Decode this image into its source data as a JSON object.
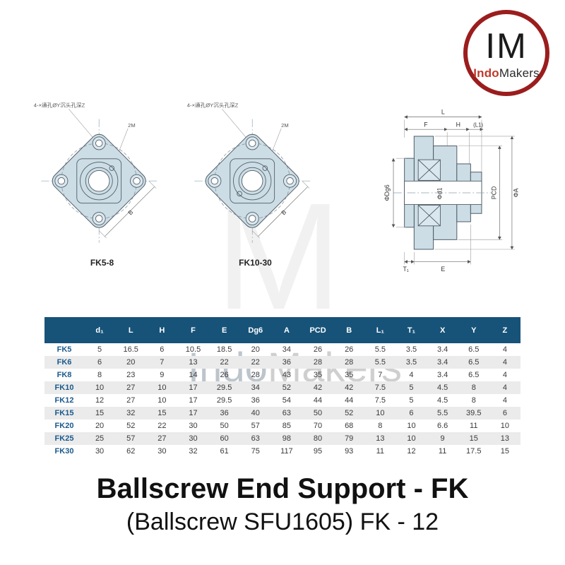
{
  "logo": {
    "monogram": "IM",
    "brand_red": "Indo",
    "brand_dark": "Makers"
  },
  "watermark": {
    "monogram": "M",
    "name_part1": "Indo",
    "name_part2": "Makers"
  },
  "drawings": {
    "hole_note": "4-×通孔ØY沉头孔深Z",
    "label_2m": "2M",
    "label_b": "B",
    "flange_small_caption": "FK5-8",
    "flange_large_caption": "FK10-30",
    "section_labels": {
      "l": "L",
      "f": "F",
      "h": "H",
      "l1": "(L1)",
      "dg6": "ΦDg6",
      "d1": "Φd1",
      "pcd": "PCD",
      "a": "ΦA",
      "t1": "T₁",
      "e": "E"
    }
  },
  "table": {
    "headers": [
      "",
      "d₁",
      "L",
      "H",
      "F",
      "E",
      "Dg6",
      "A",
      "PCD",
      "B",
      "L₁",
      "T₁",
      "X",
      "Y",
      "Z"
    ],
    "rows": [
      {
        "model": "FK5",
        "values": [
          "5",
          "16.5",
          "6",
          "10.5",
          "18.5",
          "20",
          "34",
          "26",
          "26",
          "5.5",
          "3.5",
          "3.4",
          "6.5",
          "4"
        ]
      },
      {
        "model": "FK6",
        "values": [
          "6",
          "20",
          "7",
          "13",
          "22",
          "22",
          "36",
          "28",
          "28",
          "5.5",
          "3.5",
          "3.4",
          "6.5",
          "4"
        ]
      },
      {
        "model": "FK8",
        "values": [
          "8",
          "23",
          "9",
          "14",
          "26",
          "28",
          "43",
          "35",
          "35",
          "7",
          "4",
          "3.4",
          "6.5",
          "4"
        ]
      },
      {
        "model": "FK10",
        "values": [
          "10",
          "27",
          "10",
          "17",
          "29.5",
          "34",
          "52",
          "42",
          "42",
          "7.5",
          "5",
          "4.5",
          "8",
          "4"
        ]
      },
      {
        "model": "FK12",
        "values": [
          "12",
          "27",
          "10",
          "17",
          "29.5",
          "36",
          "54",
          "44",
          "44",
          "7.5",
          "5",
          "4.5",
          "8",
          "4"
        ]
      },
      {
        "model": "FK15",
        "values": [
          "15",
          "32",
          "15",
          "17",
          "36",
          "40",
          "63",
          "50",
          "52",
          "10",
          "6",
          "5.5",
          "39.5",
          "6"
        ]
      },
      {
        "model": "FK20",
        "values": [
          "20",
          "52",
          "22",
          "30",
          "50",
          "57",
          "85",
          "70",
          "68",
          "8",
          "10",
          "6.6",
          "11",
          "10"
        ]
      },
      {
        "model": "FK25",
        "values": [
          "25",
          "57",
          "27",
          "30",
          "60",
          "63",
          "98",
          "80",
          "79",
          "13",
          "10",
          "9",
          "15",
          "13"
        ]
      },
      {
        "model": "FK30",
        "values": [
          "30",
          "62",
          "30",
          "32",
          "61",
          "75",
          "117",
          "95",
          "93",
          "11",
          "12",
          "11",
          "17.5",
          "15"
        ]
      }
    ]
  },
  "title": {
    "line1": "Ballscrew End Support - FK",
    "line2": "(Ballscrew SFU1605) FK - 12"
  },
  "colors": {
    "table_header_bg": "#175379",
    "model_label_text": "#1b5a8c",
    "alt_row_bg": "#ebebeb",
    "logo_ring": "#9b1d1d",
    "brand_red": "#c0392b",
    "drawing_fill": "#ccdde6"
  }
}
